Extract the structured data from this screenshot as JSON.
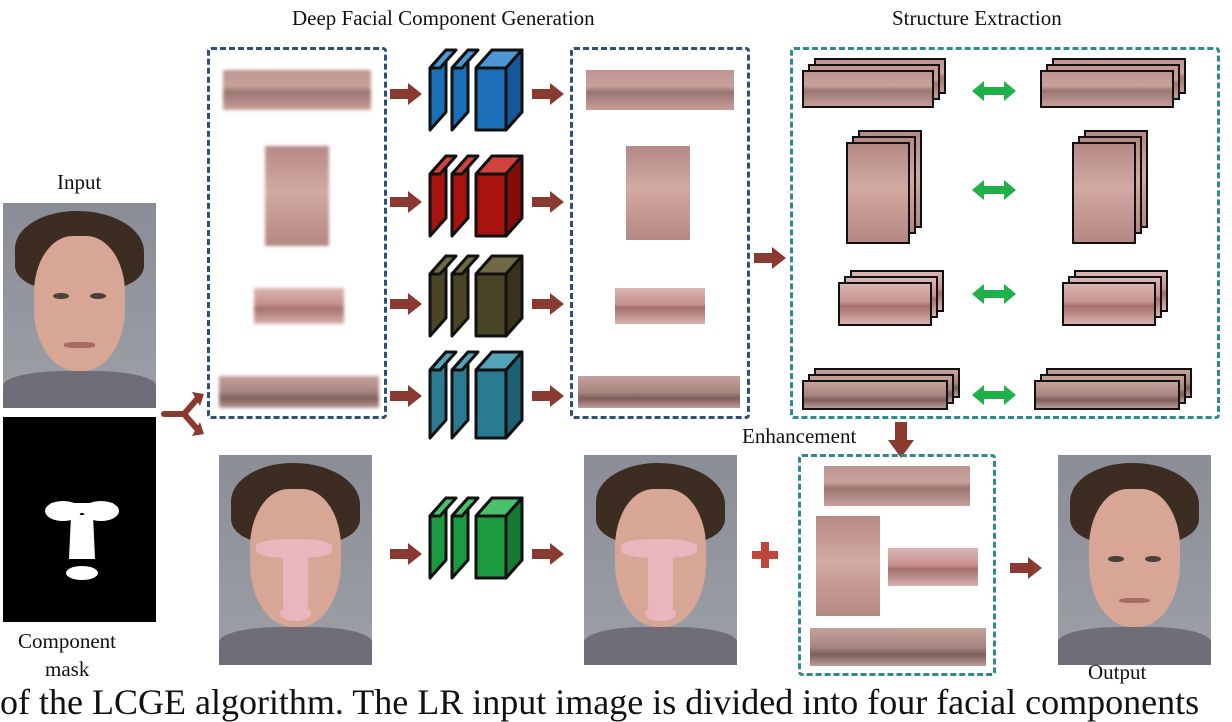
{
  "labels": {
    "deep_facial": "Deep Facial Component Generation",
    "structure_extraction": "Structure Extraction",
    "input": "Input",
    "component": "Component",
    "mask": "mask",
    "enhancement": "Enhancement",
    "output": "Output",
    "caption_fragment": "of the LCGE algorithm. The LR input image is divided into four facial components"
  },
  "colors": {
    "box_blue": "#2f4f7a",
    "box_teal": "#2f8a8e",
    "arrow": "#8b3a32",
    "double_arrow": "#1fb04a",
    "cnn_eyes": "#1a6fb8",
    "cnn_nose": "#a8120f",
    "cnn_mouth": "#4a4526",
    "cnn_brows": "#2a7a92",
    "cnn_face": "#1c9a40",
    "plus": "#c0453d"
  },
  "icons": [
    "arrow-right-icon",
    "split-arrow-icon",
    "double-arrow-icon",
    "plus-icon",
    "cnn-block-icon"
  ]
}
